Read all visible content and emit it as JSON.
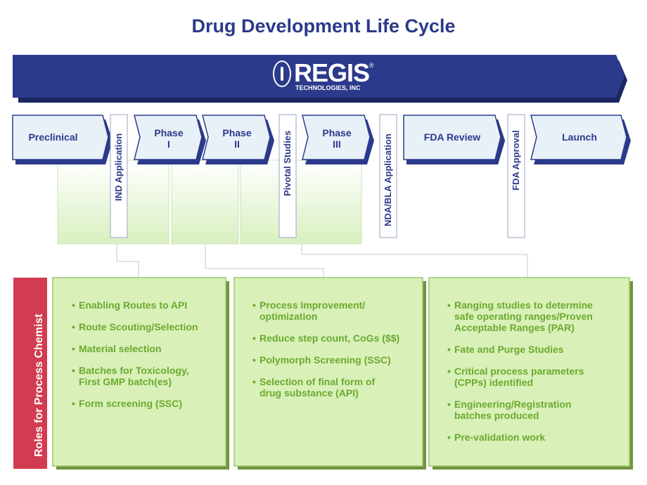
{
  "title": "Drug Development Life Cycle",
  "logo": {
    "name": "REGIS",
    "trademark": "®",
    "subtitle": "TECHNOLOGIES, INC"
  },
  "stages": {
    "preclinical": "Preclinical",
    "ind": "IND Application",
    "phase1": [
      "Phase",
      "I"
    ],
    "phase2": [
      "Phase",
      "II"
    ],
    "pivotal": "Pivotal Studies",
    "phase3": [
      "Phase",
      "III"
    ],
    "nda": "NDA/BLA Application",
    "fda_review": "FDA Review",
    "fda_approval": "FDA Approval",
    "launch": "Launch"
  },
  "roles_label": "Roles for Process Chemist",
  "boxes": [
    {
      "items": [
        [
          "Enabling Routes to API"
        ],
        [
          "Route Scouting/Selection"
        ],
        [
          "Material selection"
        ],
        [
          "Batches for Toxicology,",
          "First GMP batch(es)"
        ],
        [
          "Form screening (SSC)"
        ]
      ]
    },
    {
      "items": [
        [
          "Process Improvement/",
          "optimization"
        ],
        [
          "Reduce step count, CoGs ($$)"
        ],
        [
          "Polymorph Screening (SSC)"
        ],
        [
          "Selection of final form of",
          "drug substance (API)"
        ]
      ]
    },
    {
      "items": [
        [
          "Ranging studies to determine",
          "safe operating ranges/Proven",
          "Acceptable Ranges (PAR)"
        ],
        [
          "Fate and Purge Studies"
        ],
        [
          "Critical process parameters",
          "(CPPs) identified"
        ],
        [
          "Engineering/Registration",
          "batches produced"
        ],
        [
          "Pre-validation work"
        ]
      ]
    }
  ],
  "colors": {
    "navy": "#2b3a8a",
    "chevron_fill": "#e8f0f8",
    "green_text": "#6aaa2e",
    "green_box": "#d9f0b8",
    "green_border": "#9cc96e",
    "red": "#d23c50"
  }
}
